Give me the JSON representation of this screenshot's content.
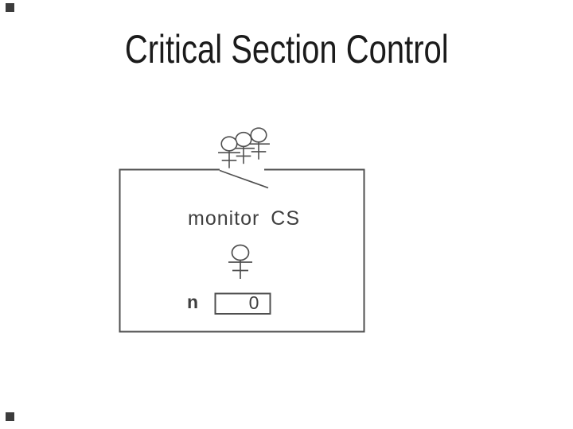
{
  "slide": {
    "title": "Critical Section Control"
  },
  "diagram": {
    "monitor_label": "monitor CS",
    "counter": {
      "label": "n",
      "value": "0"
    },
    "waiting_processes_count": 3,
    "inside_processes_count": 1
  },
  "style": {
    "stroke_color": "#4f4f4f",
    "text_color": "#3f3f3f",
    "title_color": "#1b1b1b",
    "background": "#ffffff"
  }
}
